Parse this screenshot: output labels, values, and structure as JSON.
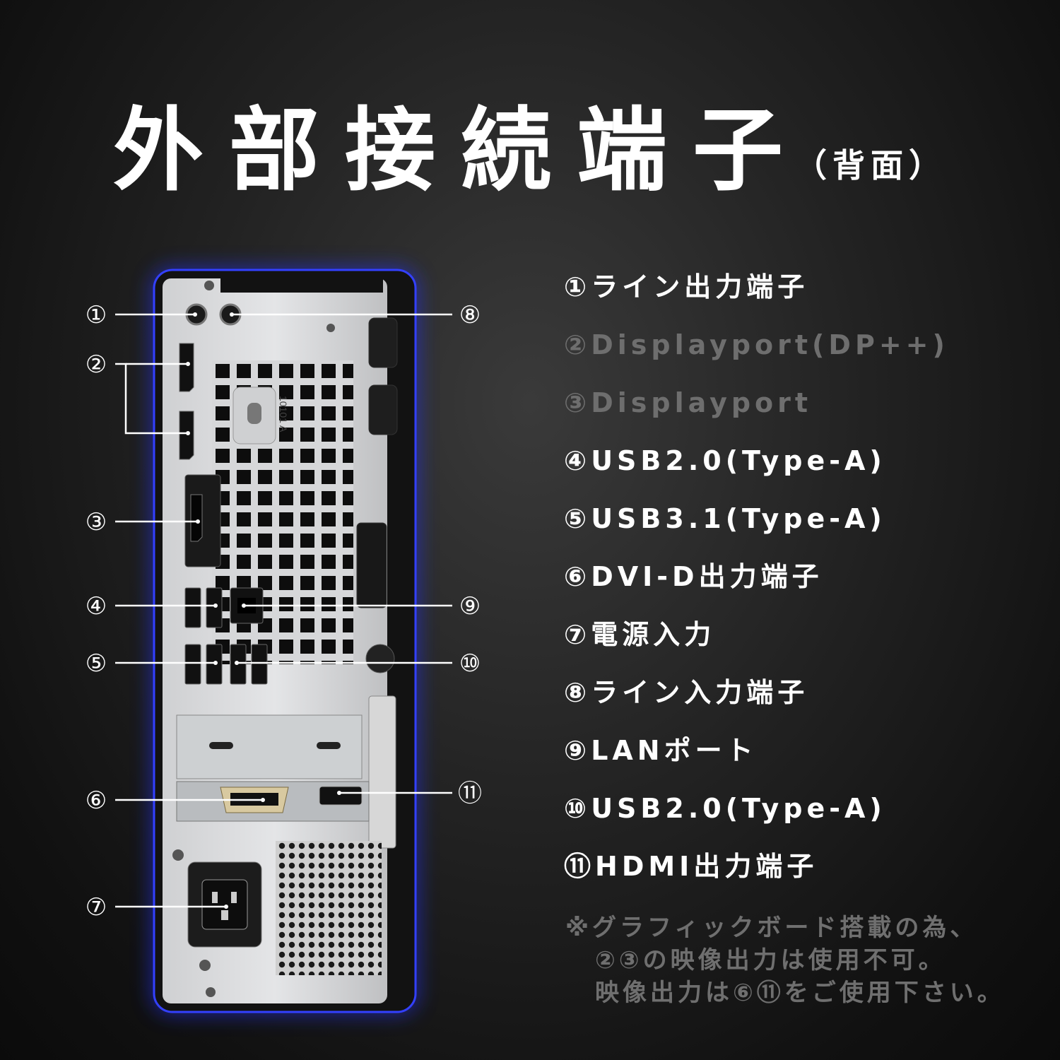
{
  "header": {
    "title": "外部接続端子",
    "subtitle": "（背面）"
  },
  "ports": [
    {
      "num": "①",
      "label": "ライン出力端子",
      "enabled": true
    },
    {
      "num": "②",
      "label": "Displayport(DP++)",
      "enabled": false
    },
    {
      "num": "③",
      "label": "Displayport",
      "enabled": false
    },
    {
      "num": "④",
      "label": "USB2.0(Type-A)",
      "enabled": true
    },
    {
      "num": "⑤",
      "label": "USB3.1(Type-A)",
      "enabled": true
    },
    {
      "num": "⑥",
      "label": "DVI-D出力端子",
      "enabled": true
    },
    {
      "num": "⑦",
      "label": "電源入力",
      "enabled": true
    },
    {
      "num": "⑧",
      "label": "ライン入力端子",
      "enabled": true
    },
    {
      "num": "⑨",
      "label": "LANポート",
      "enabled": true
    },
    {
      "num": "⑩",
      "label": "USB2.0(Type-A)",
      "enabled": true
    },
    {
      "num": "⑪",
      "label": "HDMI出力端子",
      "enabled": true
    }
  ],
  "note": {
    "line1": "※グラフィックボード搭載の為、",
    "line2": "②③の映像出力は使用不可。",
    "line3": "映像出力は⑥⑪をご使用下さい。"
  },
  "callouts": {
    "c1": "①",
    "c2": "②",
    "c3": "③",
    "c4": "④",
    "c5": "⑤",
    "c6": "⑥",
    "c7": "⑦",
    "c8": "⑧",
    "c9": "⑨",
    "c10": "⑩",
    "c11": "⑪"
  },
  "panel_text": "10101 A",
  "colors": {
    "background": "#1a1a1a",
    "glow": "#2b3cff",
    "enabled_text": "#ffffff",
    "disabled_text": "#6e6e6e"
  }
}
